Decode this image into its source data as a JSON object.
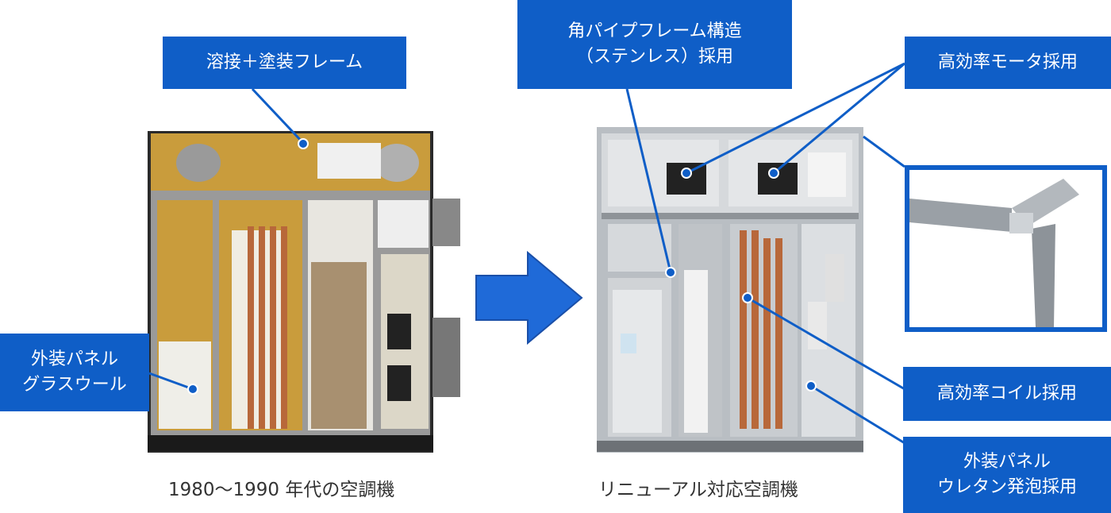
{
  "labels": {
    "old_frame": "溶接＋塗装フレーム",
    "new_frame": [
      "角パイプフレーム構造",
      "（ステンレス）採用"
    ],
    "motor": "高効率モータ採用",
    "old_panel": [
      "外装パネル",
      "グラスウール"
    ],
    "coil": "高効率コイル採用",
    "new_panel": [
      "外装パネル",
      "ウレタン発泡採用"
    ]
  },
  "captions": {
    "old": "1980〜1990 年代の空調機",
    "new": "リニューアル対応空調機"
  },
  "colors": {
    "label_bg": "#0f5ec7",
    "arrow": "#1f6ad8",
    "old_unit_panel": "#c9a24a",
    "new_unit_panel": "#c8ccd0",
    "copper": "#b8683a"
  }
}
